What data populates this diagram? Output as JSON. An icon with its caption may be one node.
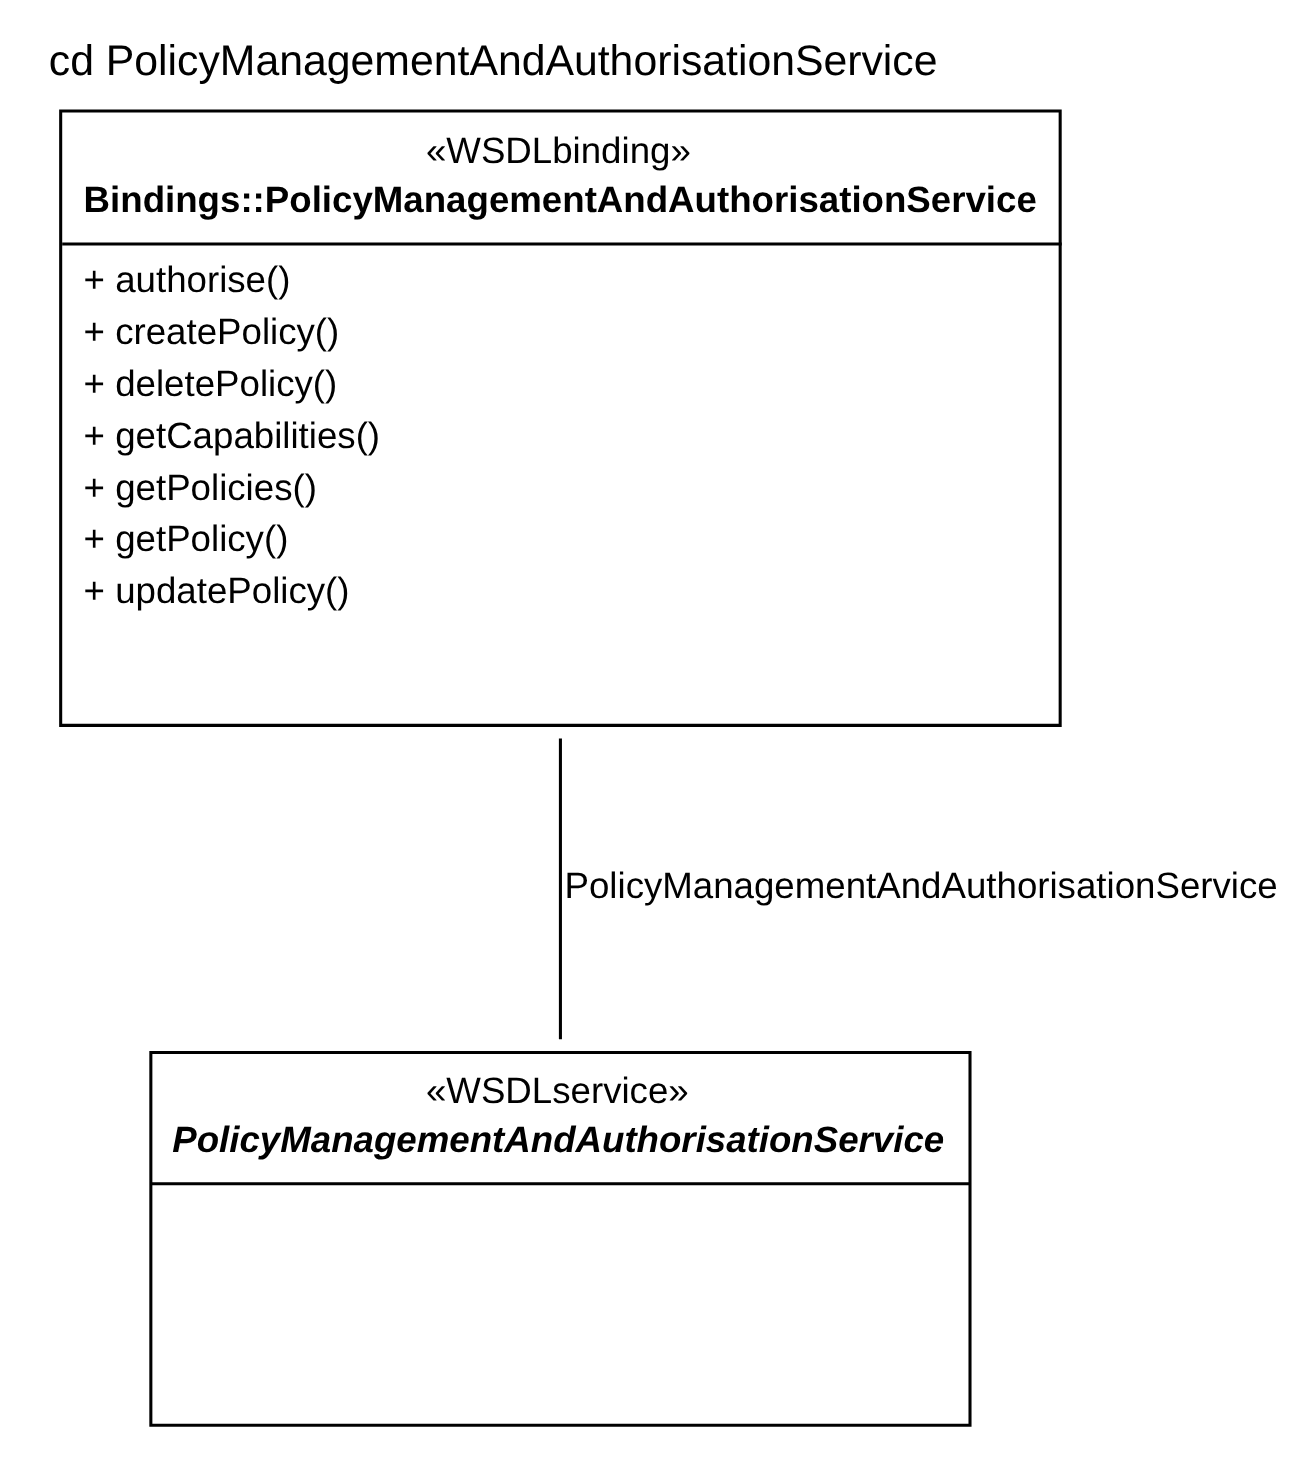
{
  "diagram": {
    "title": "cd PolicyManagementAndAuthorisationService",
    "nodes": [
      {
        "text": [
          "«WSDLbinding»",
          "Bindings::PolicyManagementAndAuthorisationService",
          "+ authorise()",
          "+ createPolicy()",
          "+ deletePolicy()",
          "+ getCapabilities()",
          "+ getPolicies()",
          "+ getPolicy()",
          "+ updatePolicy()"
        ]
      },
      {
        "text": [
          "«WSDLservice»",
          "PolicyManagementAndAuthorisationService"
        ]
      }
    ],
    "edges": [
      {
        "from": 0,
        "to": 1,
        "arrow": "none",
        "label": "PolicyManagementAndAuthorisationService"
      }
    ]
  }
}
